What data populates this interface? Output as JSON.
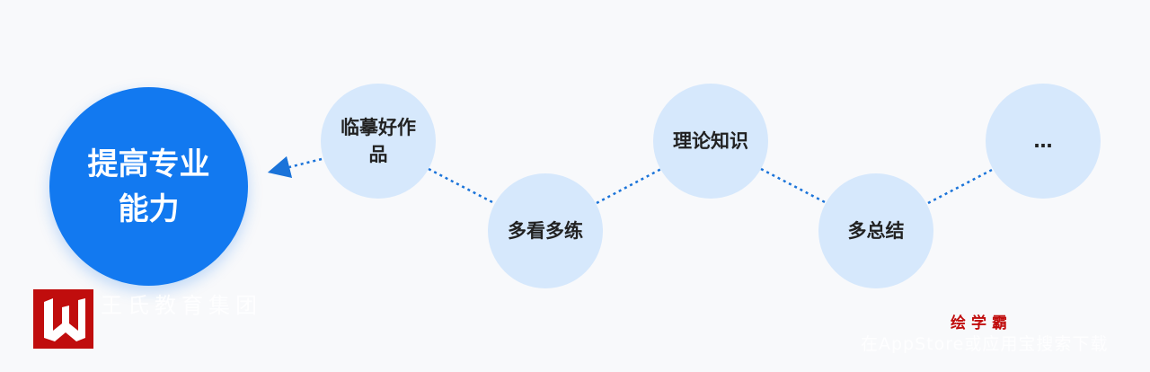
{
  "goal": {
    "label": "提高专业能力"
  },
  "steps": [
    {
      "label": "临摹好作品"
    },
    {
      "label": "多看多练"
    },
    {
      "label": "理论知识"
    },
    {
      "label": "多总结"
    },
    {
      "label": "…"
    }
  ],
  "colors": {
    "goal": "#1279f0",
    "step": "#d6e8fc",
    "link": "#1a73d9"
  },
  "watermark": {
    "left_title": "王氏教育集团",
    "brand": "绘学霸",
    "right_text": "在AppStore或应用宝搜索下载"
  }
}
